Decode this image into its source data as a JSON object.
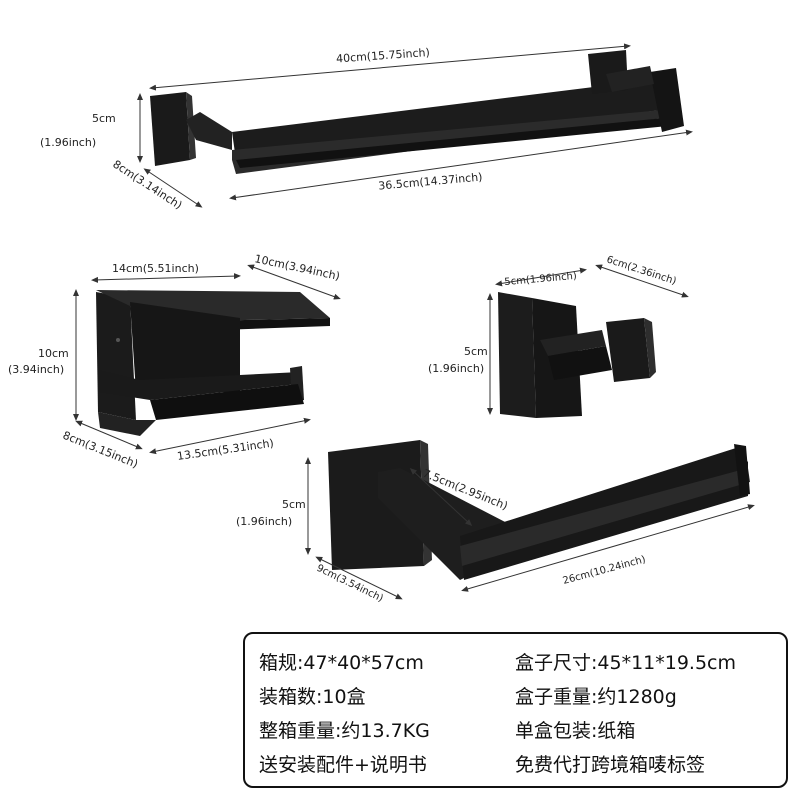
{
  "towel_bar": {
    "overall_length": "40cm(15.75inch)",
    "height": "5cm",
    "height_inch": "(1.96inch)",
    "depth": "8cm(3.14inch)",
    "bar_length": "36.5cm(14.37inch)"
  },
  "paper_holder": {
    "width": "14cm(5.51inch)",
    "shelf_depth": "10cm(3.94inch)",
    "height": "10cm",
    "height_inch": "(3.94inch)",
    "depth": "8cm(3.15inch)",
    "arm_length": "13.5cm(5.31inch)"
  },
  "robe_hook": {
    "width": "5cm(1.96inch)",
    "depth": "6cm(2.36inch)",
    "height": "5cm",
    "height_inch": "(1.96inch)"
  },
  "towel_ring": {
    "height": "5cm",
    "height_inch": "(1.96inch)",
    "arm_depth": "7.5cm(2.95inch)",
    "depth": "9cm(3.54inch)",
    "bar_length": "26cm(10.24inch)"
  },
  "specs": {
    "carton_size": "箱规:47*40*57cm",
    "box_size": "盒子尺寸:45*11*19.5cm",
    "qty_per_carton": "装箱数:10盒",
    "box_weight": "盒子重量:约1280g",
    "carton_weight": "整箱重量:约13.7KG",
    "single_pack": "单盒包装:纸箱",
    "accessories": "送安装配件+说明书",
    "labeling": "免费代打跨境箱唛标签"
  }
}
